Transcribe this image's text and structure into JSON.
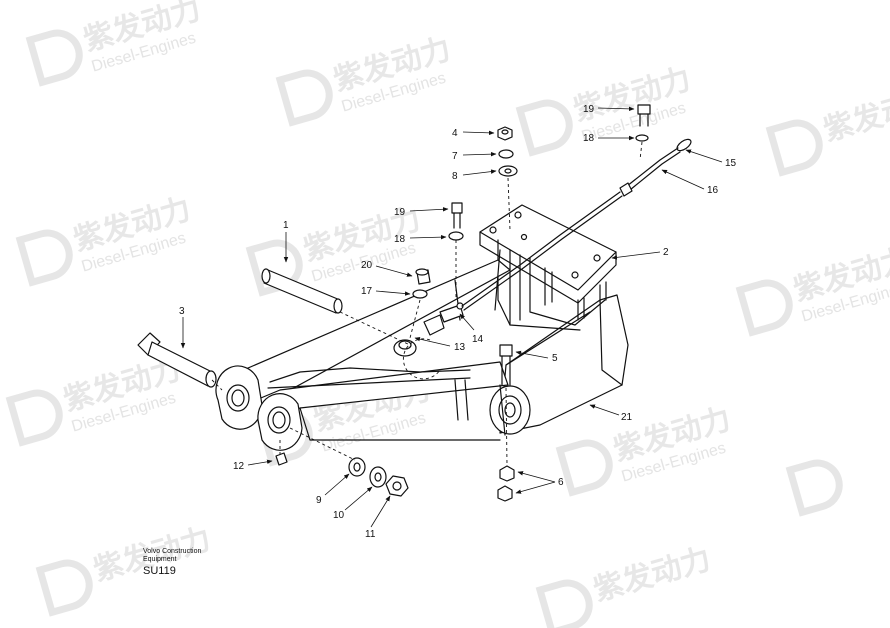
{
  "watermark": {
    "brand_cn": "紫发动力",
    "brand_en": "Diesel-Engines"
  },
  "footer": {
    "line1": "Volvo Construction",
    "line2": "Equipment",
    "code": "SU119"
  },
  "callouts": {
    "c1": "1",
    "c2": "2",
    "c3": "3",
    "c4": "4",
    "c5": "5",
    "c6": "6",
    "c7": "7",
    "c8": "8",
    "c9": "9",
    "c10": "10",
    "c11": "11",
    "c12": "12",
    "c13": "13",
    "c14": "14",
    "c15": "15",
    "c16": "16",
    "c17": "17",
    "c18a": "18",
    "c18b": "18",
    "c19a": "19",
    "c19b": "19",
    "c20": "20",
    "c21": "21"
  }
}
